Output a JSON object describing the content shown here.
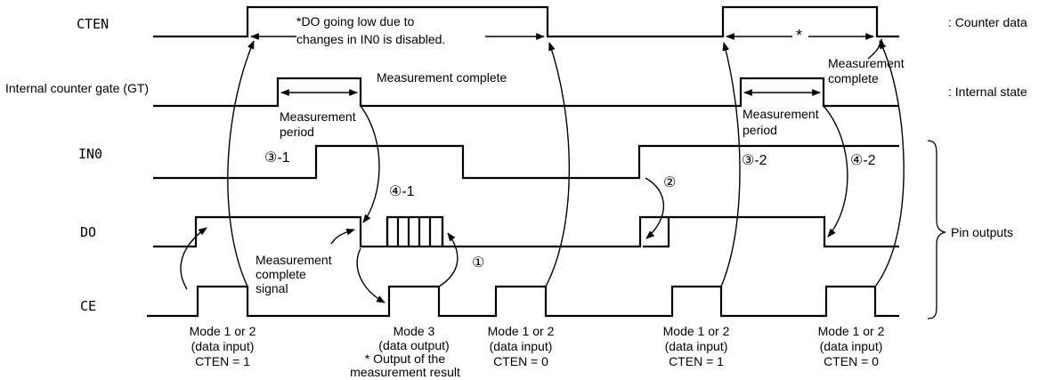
{
  "signals": {
    "cten": "CTEN",
    "gt": "Internal counter gate (GT)",
    "in0": "IN0",
    "do": "DO",
    "ce": "CE"
  },
  "side_labels": {
    "counter_data": ": Counter data",
    "internal_state": ": Internal state",
    "pin_outputs": "Pin outputs"
  },
  "notes": {
    "do_note_line1": "*DO going low due to",
    "do_note_line2": "changes in IN0 is disabled.",
    "star": "*",
    "meas_complete_1": "Measurement complete",
    "meas_complete_2a": "Measurement",
    "meas_complete_2b": "complete",
    "meas_period_1a": "Measurement",
    "meas_period_1b": "period",
    "meas_period_2a": "Measurement",
    "meas_period_2b": "period",
    "mcs_a": "Measurement",
    "mcs_b": "complete",
    "mcs_c": "signal"
  },
  "markers": {
    "m3_1": "③-1",
    "m4_1": "④-1",
    "m1": "①",
    "m2": "②",
    "m3_2": "③-2",
    "m4_2": "④-2"
  },
  "modes": [
    {
      "line1": "Mode 1 or 2",
      "line2": "(data input)",
      "line3": "CTEN = 1",
      "line4": ""
    },
    {
      "line1": "Mode 3",
      "line2": "(data output)",
      "line3": "* Output of the",
      "line4": "measurement result"
    },
    {
      "line1": "Mode 1 or 2",
      "line2": "(data input)",
      "line3": "CTEN = 0",
      "line4": ""
    },
    {
      "line1": "Mode 1 or 2",
      "line2": "(data input)",
      "line3": "CTEN = 1",
      "line4": ""
    },
    {
      "line1": "Mode 1 or 2",
      "line2": "(data input)",
      "line3": "CTEN = 0",
      "line4": ""
    }
  ]
}
